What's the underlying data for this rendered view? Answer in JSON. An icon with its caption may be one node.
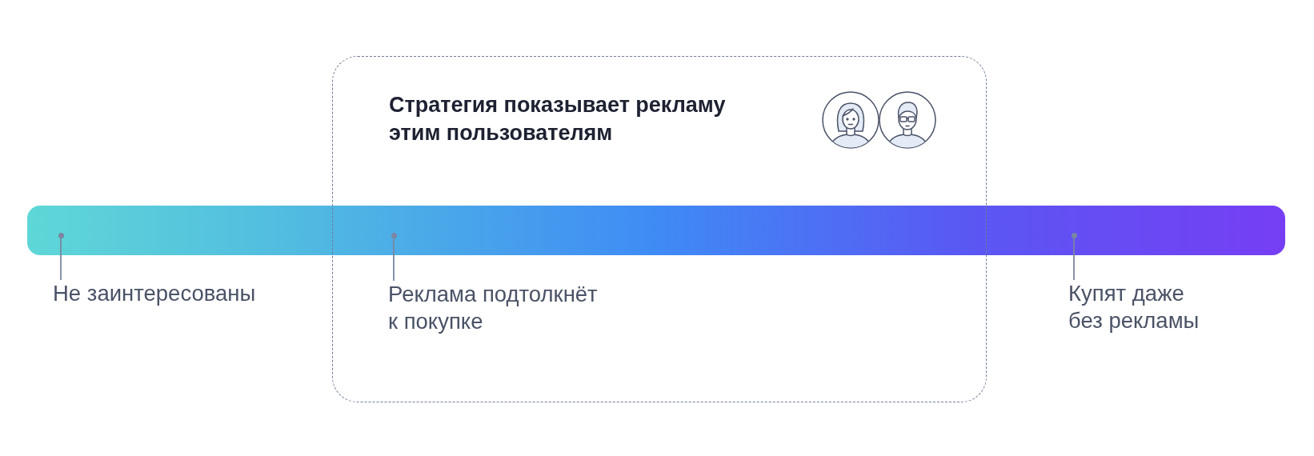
{
  "diagram": {
    "nodes": [
      {
        "text": [
          "Стратегия показывает рекламу этим пользователям"
        ]
      },
      {
        "text": [],
        "shape": "bar"
      },
      {
        "text": [],
        "shape": "circle",
        "in": 1
      },
      {
        "text": [],
        "shape": "circle"
      },
      {
        "text": [],
        "shape": "circle",
        "in": 1
      },
      {
        "text": [
          "Не заинтересованы"
        ]
      },
      {
        "text": [
          "Реклама подтолкнёт к покупке"
        ],
        "in": 0
      },
      {
        "text": [
          "Купят даже без рекламы"
        ]
      }
    ],
    "edges": [
      {
        "from": 5,
        "to": 2,
        "arrow": "none"
      },
      {
        "from": 6,
        "to": 3,
        "arrow": "none"
      },
      {
        "from": 7,
        "to": 4,
        "arrow": "none"
      }
    ]
  }
}
